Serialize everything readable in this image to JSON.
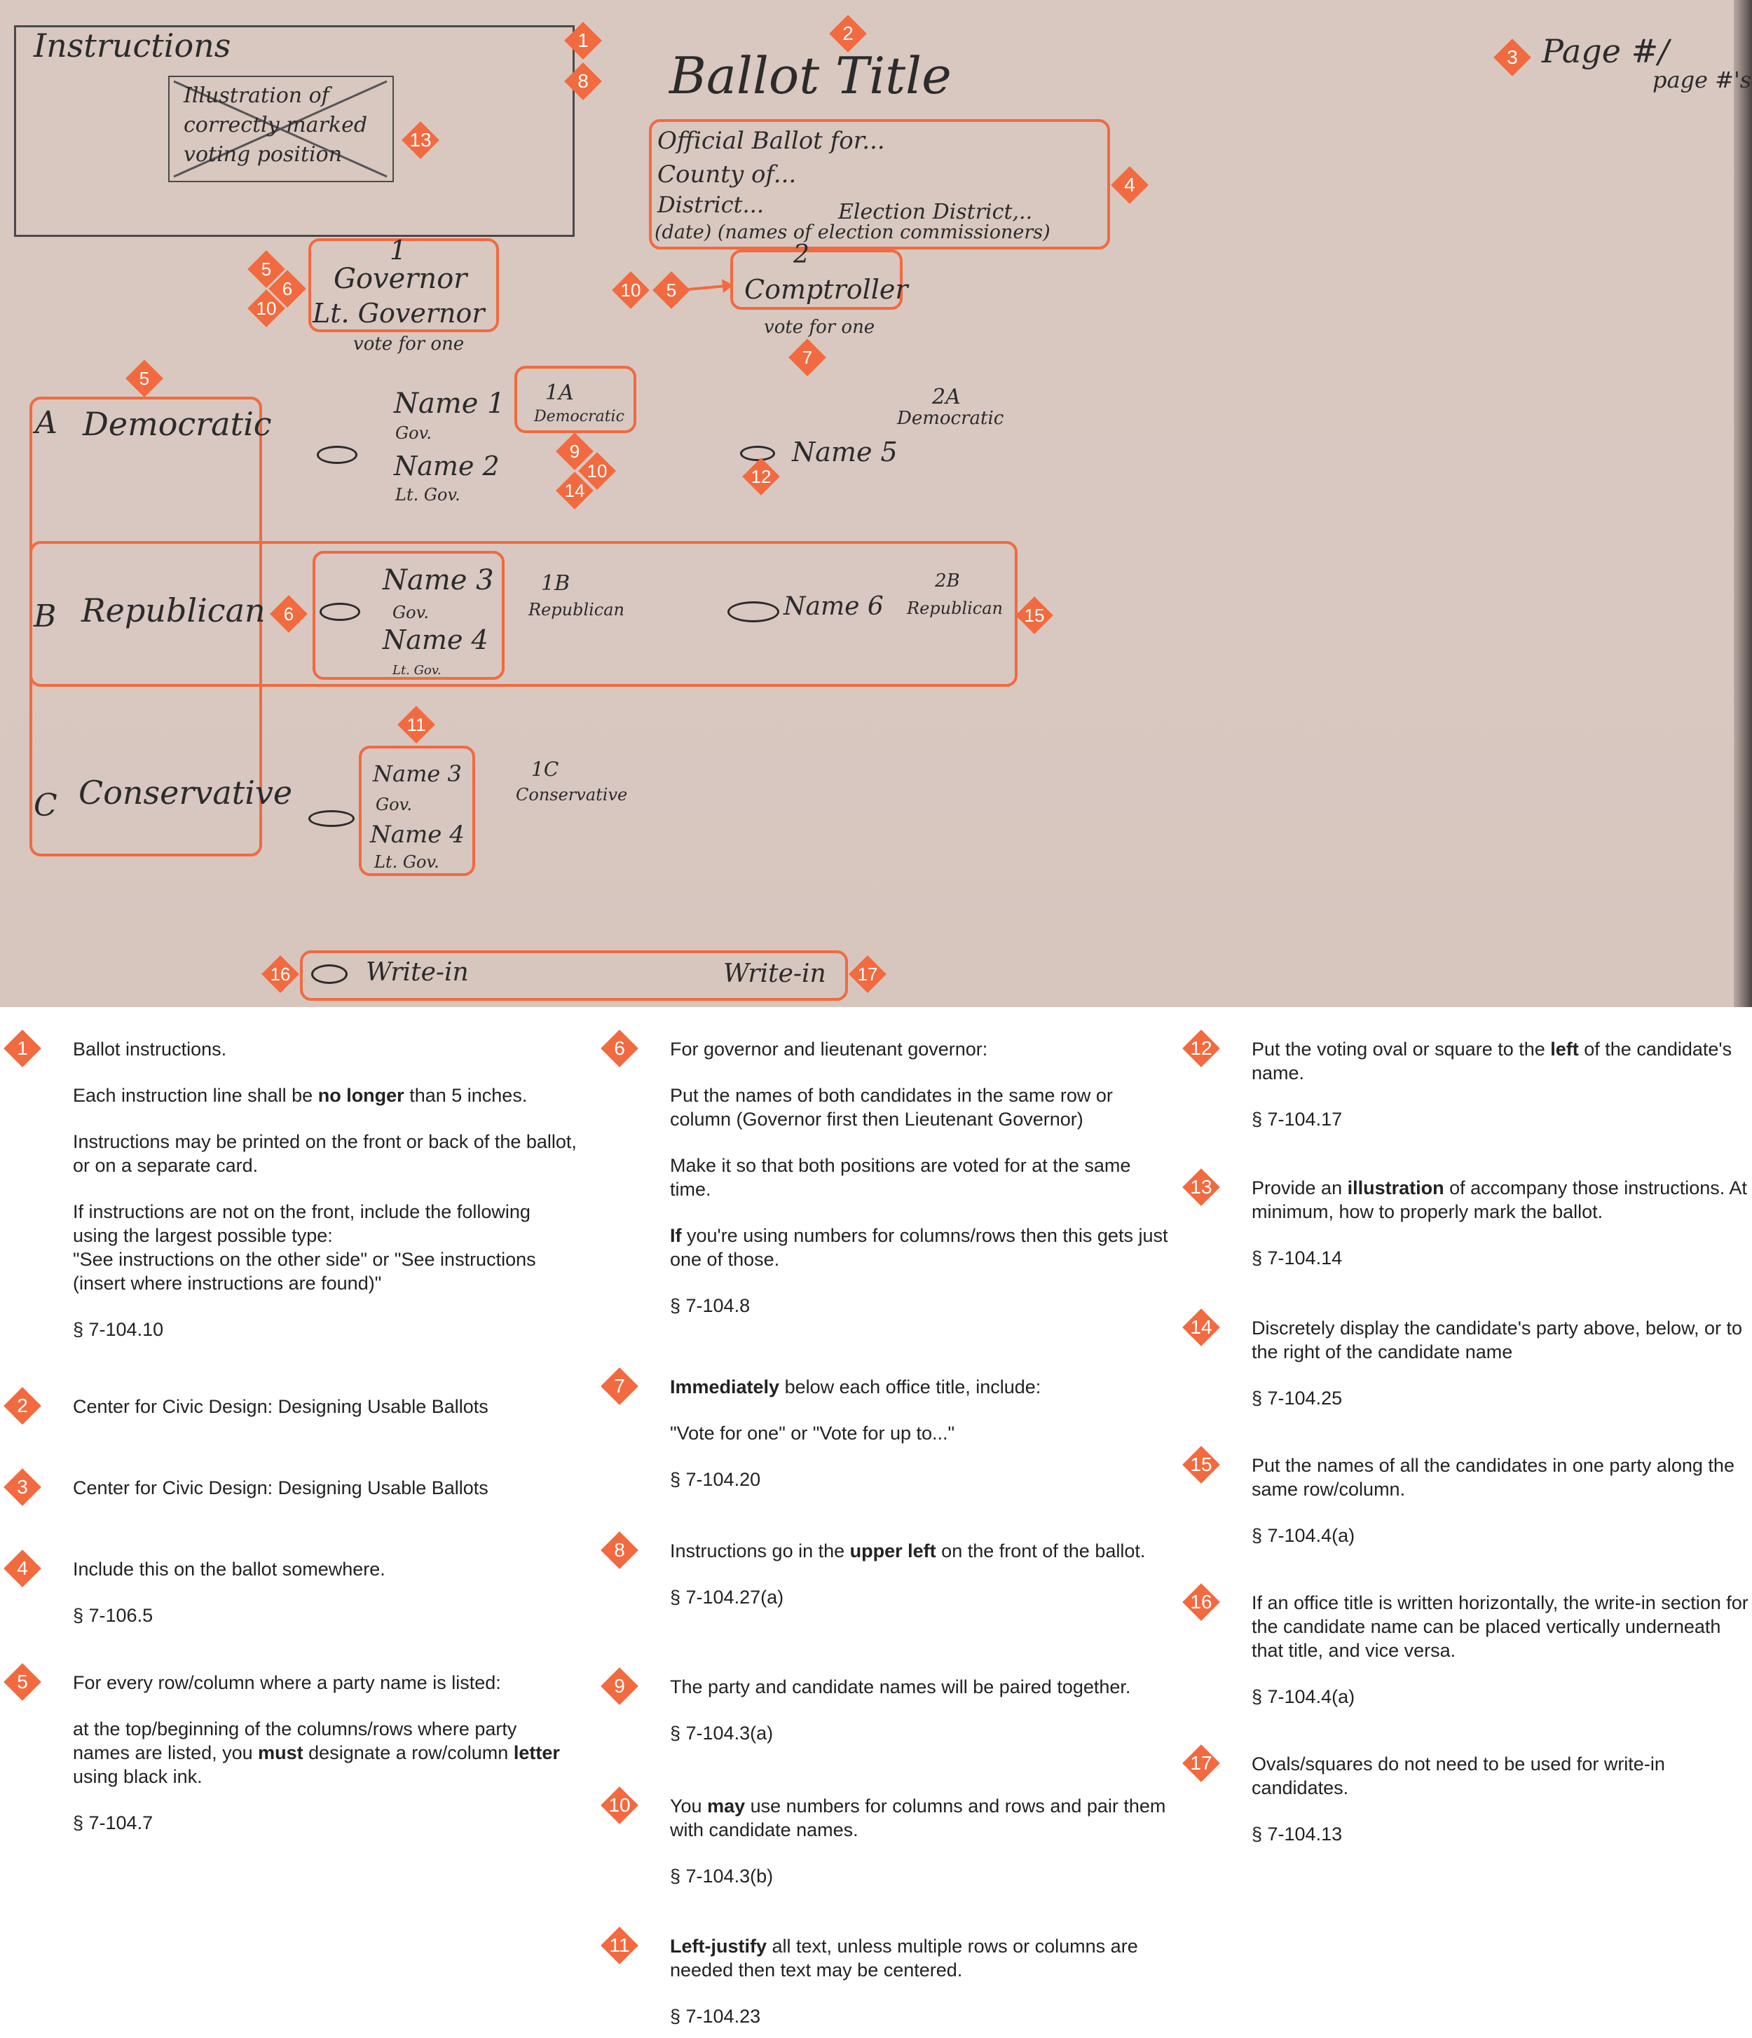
{
  "colors": {
    "accent": "#f26a3f",
    "paper": "#d9c8c0",
    "ink": "#2b2b2b"
  },
  "sketch": {
    "instructions_label": "Instructions",
    "illustration_lines": [
      "Illustration of",
      "correctly marked",
      "voting position"
    ],
    "ballot_title": "Ballot Title",
    "page_label": "Page #/",
    "page_label2": "page #'s",
    "header_lines": [
      "Official Ballot for...",
      "County of...",
      "District...",
      "Election District,..",
      "(date) (names of election commissioners)"
    ],
    "office1": {
      "number": "1",
      "line1": "Governor",
      "line2": "Lt. Governor",
      "vote": "vote for one"
    },
    "office2": {
      "number": "2",
      "line1": "Comptroller",
      "vote": "vote for one"
    },
    "parties": [
      {
        "letter": "A",
        "name": "Democratic"
      },
      {
        "letter": "B",
        "name": "Republican"
      },
      {
        "letter": "C",
        "name": "Conservative"
      }
    ],
    "rowA": {
      "n1": "Name 1",
      "g1": "Gov.",
      "n2": "Name 2",
      "g2": "Lt. Gov.",
      "code1": "1A",
      "party1": "Democratic",
      "code2": "2A",
      "party2": "Democratic",
      "n5": "Name 5"
    },
    "rowB": {
      "n1": "Name 3",
      "g1": "Gov.",
      "n2": "Name 4",
      "g2": "Lt. Gov.",
      "code1": "1B",
      "party1": "Republican",
      "code2": "2B",
      "party2": "Republican",
      "n6": "Name 6"
    },
    "rowC": {
      "n1": "Name 3",
      "g1": "Gov.",
      "n2": "Name 4",
      "g2": "Lt. Gov.",
      "code1": "1C",
      "party1": "Conservative"
    },
    "writein_left": "Write-in",
    "writein_right": "Write-in"
  },
  "notes": [
    {
      "n": "1",
      "paras": [
        "Ballot instructions.",
        "Each instruction line shall be <b>no longer</b> than 5 inches.",
        "Instructions may be printed on the front or back of the ballot, or on a separate card.",
        "If instructions are not on the front, include the following using the largest possible type:\n \"See instructions on the other side\" or \"See instructions (insert where instructions are found)\"",
        "§  7-104.10"
      ]
    },
    {
      "n": "2",
      "paras": [
        "Center for Civic Design: Designing Usable Ballots"
      ]
    },
    {
      "n": "3",
      "paras": [
        "Center for Civic Design: Designing Usable Ballots"
      ]
    },
    {
      "n": "4",
      "paras": [
        "Include this on the ballot somewhere.",
        "§  7-106.5"
      ]
    },
    {
      "n": "5",
      "paras": [
        "For every row/column where a party name is listed:",
        "at the top/beginning of the columns/rows where party names are listed, you <b>must</b> designate a row/column <b>letter</b> using black ink.",
        "§  7-104.7"
      ]
    },
    {
      "n": "6",
      "paras": [
        "For governor and lieutenant governor:",
        "Put the names of both candidates in the same row or column (Governor first then Lieutenant Governor)",
        "Make it so that both positions are voted for at the same time.",
        "<b>If</b> you're using numbers for columns/rows then this gets just one of those.",
        "§  7-104.8"
      ]
    },
    {
      "n": "7",
      "paras": [
        "<b>Immediately</b> below each office title, include:",
        "\"Vote for one\" or \"Vote for up to...\"",
        "§  7-104.20"
      ]
    },
    {
      "n": "8",
      "paras": [
        "Instructions go in the <b>upper left</b> on the front of the ballot.",
        "§  7-104.27(a)"
      ]
    },
    {
      "n": "9",
      "paras": [
        "The party and candidate names will be paired together.",
        "§  7-104.3(a)"
      ]
    },
    {
      "n": "10",
      "paras": [
        "You <b>may</b> use numbers for columns and rows and pair them with candidate names.",
        "§  7-104.3(b)"
      ]
    },
    {
      "n": "11",
      "paras": [
        "<b>Left-justify</b> all text, unless multiple rows or columns are needed then text may be centered.",
        "§  7-104.23"
      ]
    },
    {
      "n": "12",
      "paras": [
        "Put the voting oval or square to the <b>left</b> of the candidate's name.",
        "§  7-104.17"
      ]
    },
    {
      "n": "13",
      "paras": [
        "Provide an <b>illustration</b> of accompany those instructions. At minimum, how to properly mark the ballot.",
        "§  7-104.14"
      ]
    },
    {
      "n": "14",
      "paras": [
        "Discretely display the candidate's party above, below, or to the right of the candidate name",
        "§  7-104.25"
      ]
    },
    {
      "n": "15",
      "paras": [
        "Put the names of all the candidates in one party along the same row/column.",
        "§  7-104.4(a)"
      ]
    },
    {
      "n": "16",
      "paras": [
        "If an office title is written horizontally, the write-in section for the candidate name can be placed vertically underneath that title, and vice versa.",
        "§  7-104.4(a)"
      ]
    },
    {
      "n": "17",
      "paras": [
        "Ovals/squares do not need to be used for write-in candidates.",
        "§  7-104.13"
      ]
    }
  ]
}
